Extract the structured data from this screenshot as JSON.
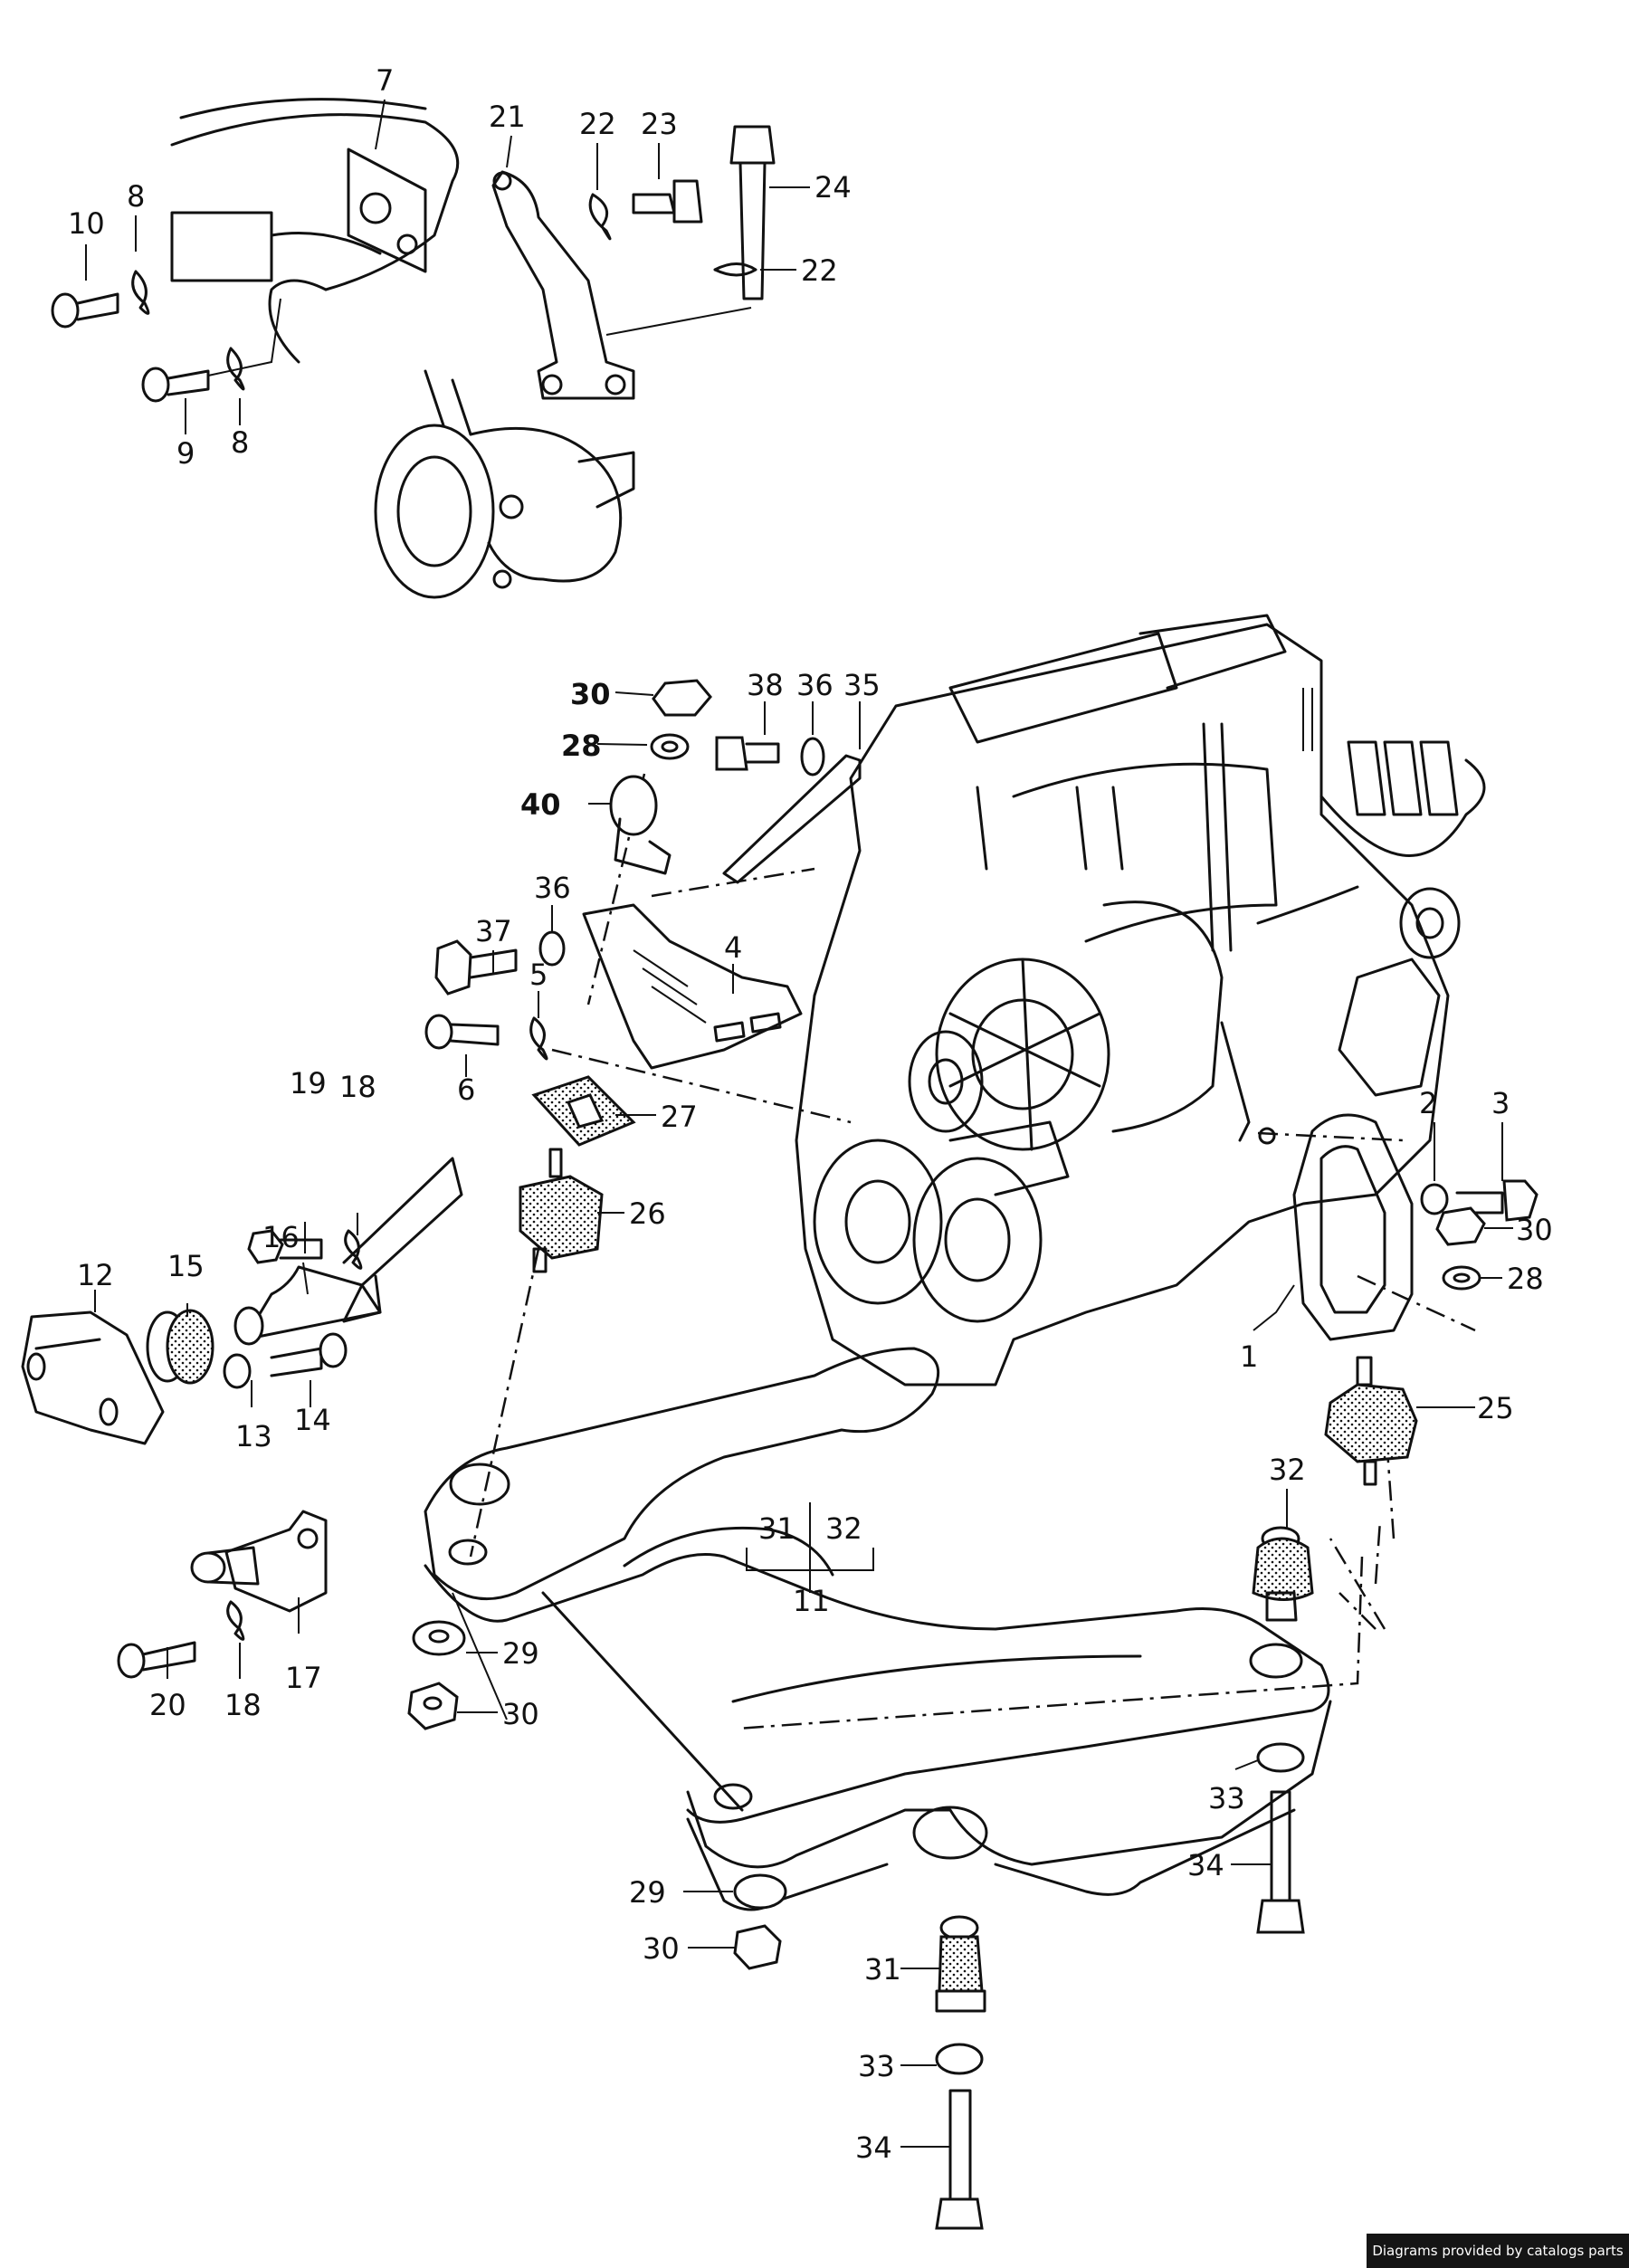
{
  "attribution": "Diagrams provided by catalogs parts",
  "callouts": {
    "c1": "1",
    "c2": "2",
    "c3": "3",
    "c4": "4",
    "c5": "5",
    "c6": "6",
    "c7": "7",
    "c8a": "8",
    "c8b": "8",
    "c9": "9",
    "c10": "10",
    "c11": "11",
    "c12": "12",
    "c13": "13",
    "c14": "14",
    "c15": "15",
    "c16": "16",
    "c17": "17",
    "c18a": "18",
    "c18b": "18",
    "c19": "19",
    "c20": "20",
    "c21": "21",
    "c22a": "22",
    "c22b": "22",
    "c23": "23",
    "c24": "24",
    "c25": "25",
    "c26": "26",
    "c27": "27",
    "c28a": "28",
    "c28b": "28",
    "c29a": "29",
    "c29b": "29",
    "c30a": "30",
    "c30b": "30",
    "c30c": "30",
    "c30d": "30",
    "c31a": "31",
    "c31b": "31",
    "c32a": "32",
    "c32b": "32",
    "c33a": "33",
    "c33b": "33",
    "c34a": "34",
    "c34b": "34",
    "c35": "35",
    "c36a": "36",
    "c36b": "36",
    "c37": "37",
    "c38": "38",
    "c40": "40"
  }
}
